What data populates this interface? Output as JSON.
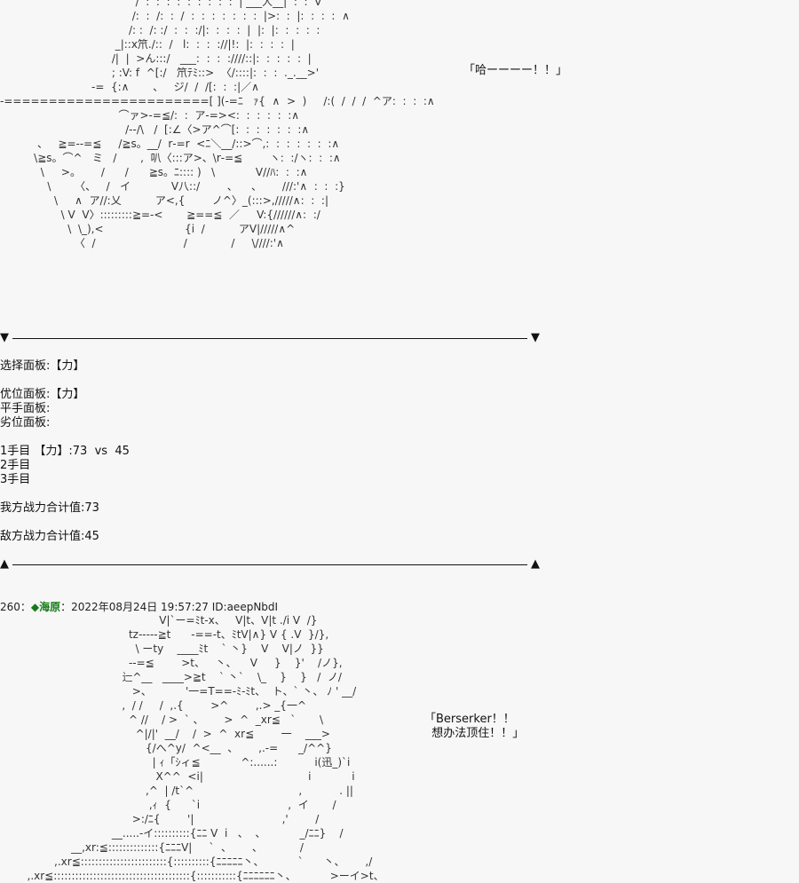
{
  "art_top": "                                        /  :  :  :  :  :  :  :  :  :  | ___人__|  :  :  V\n                                       /:  :  /:  :  /  :  :  :  :  :  :  :  |>:  :  |:  :  :  :  ∧\n                                      /: :  /: :/  :  :  :/|:  :  :  :  |  |:  |:  :  :  :  :\n                                  _|::x笊./::  /   l:  :  :  ://|!:  |:  :  :  :  |\n                                 /|  |  >ん:::/   ___:  :  :  :////::|:  :  :  :  :  |\n                                 ; :V: f  ^[:/   笊ﾃﾐ::>  〈/::::|:  :  :  ._.__>'\n                           -=  {:∧       、   ジ/  /  /[:  :  :|／∧\n-=======================[ ](-=ﾆ   ｧ{  ∧  >  )     /:(  /  /  /  ^ア:  :  :  :∧\n                                   ⌒ァ>-=≦/:  :  ア-=><:  :  :  :  :  :∧\n                                     /--/\\   /  [:∠〈>ア^⌒[:  :  :  :  :  :  :∧\n           、   ≧=--=≦     /≧s。__/  r‐=r  <ﾆ＼__/::>⌒,:  :  :  :  :  :  :∧\n          \\≧s。⌒^   ミ   /       ,  叭〈:::ア>、\\r‐=≦        ヽ:  :/ヽ:  :  :∧\n            \\     >。      /      /      ≧s。ﾆ:::: )   \\            V//ﾊ:  :  :∧\n              \\       〈、   /   イ            V八::/        、    、      ///:'∧  :  :  :}\n                \\     ∧  ア//:乂          ア<,{        ノ^〉_(:::>,/////∧:  :  :|\n                  \\ V  V〉:::::::::≧=-<       ≧==≦  ／     V:{//////∧:  :/\n                    \\  \\_),<                        {i  /          アV|/////∧^\n                      〈  /                          /             /     \\////:'∧",
  "speech_top": "「哈ーーーー！！」",
  "divider_start": {
    "left": "▼",
    "right": "▼"
  },
  "divider_end": {
    "left": "▲",
    "right": "▲"
  },
  "panel": {
    "select": "选择面板:【力】",
    "advantage": "优位面板:【力】",
    "even": "平手面板:",
    "disadvantage": "劣位面板:",
    "round1": "1手目 【力】:73  vs  45",
    "round2": "2手目",
    "round3": "3手目",
    "our_total": "我方战力合计值:73",
    "enemy_total": "敌方战力合计值:45"
  },
  "post": {
    "number": "260",
    "sep": "：",
    "name": "◆海原",
    "rest": "：2022年08月24日 19:57:27 ID:aeepNbdI"
  },
  "art_bottom": "                                               V|`ー=ﾐt-x、   V|t、V|t ./i V  /}\n                                      tz-----≧t      -==-t、ﾐtV|∧} V { .V  }/},\n                                        \\ ーty    ____ﾐt    ` 丶}    V    V|ノ  }}\n                                      --=≦        >t、   丶、    V     }    }'    /ノ},\n                                    辷^__   ____>≧t    ` 丶`    \\_    }    }   /  ノ/\n                                       >、          '一=T==-ﾐ-ﾐt、  ト、` 丶、 ﾉ ' __/\n                                    ,  / /     /  ,.{        >^        ,.> _{一^\n                                      ^ //    / >  ` 、      >  ^  _xr≦   `       \\\n                                        ^|/|'  __/    /  >  ^  xr≦        一    ___>\n                                           {/へ^y/  ^<__  、      ,.-=      _/^^}\n                                             | ｨ「ｼィ≦            ^:......:           i(迅_)`i\n                                              X^^  <i|                               i            i\n                                           ,^  | /t`^                               ,           . ||\n                                            ,ｨ  {      `i                          ,  イ       /\n                                       >:/ﾆ{        '|                          ,'        /\n                                 __.....-イ::::::::::{ﾆﾆ V  i   、  、          _/ﾆﾆ}    /\n                     __,xr:≦::::::::::::::{ﾆﾆﾆV|     `  、      、           /\n                ,.xr≦::::::::::::::::::::::::{::::::::::{ﾆﾆﾆﾆﾆ丶、          `      丶、      ,/\n        ,.xr≦::::::::::::::::::::::::::::::::::::::{:::::::::::{ﾆﾆﾆﾆﾆﾆ丶、          >ーイ>t、",
  "speech_bottom": "「Berserker！！\n  想办法顶住！！」"
}
